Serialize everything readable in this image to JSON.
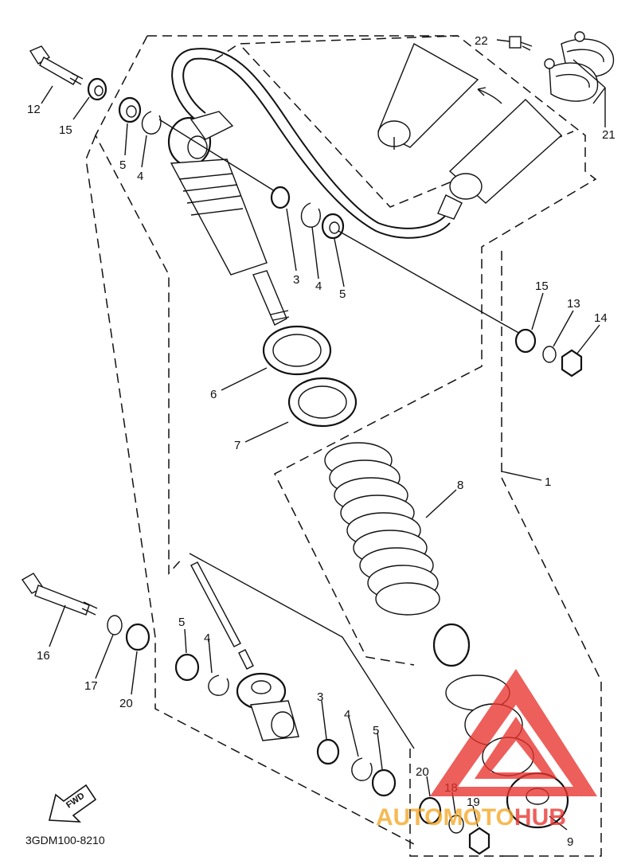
{
  "diagram": {
    "code": "3GDM100-8210",
    "fwd_label": "FWD",
    "callouts": [
      {
        "id": "c12",
        "text": "12"
      },
      {
        "id": "c15a",
        "text": "15"
      },
      {
        "id": "c5a",
        "text": "5"
      },
      {
        "id": "c4a",
        "text": "4"
      },
      {
        "id": "c22",
        "text": "22"
      },
      {
        "id": "c21",
        "text": "21"
      },
      {
        "id": "c3a",
        "text": "3"
      },
      {
        "id": "c4b",
        "text": "4"
      },
      {
        "id": "c5b",
        "text": "5"
      },
      {
        "id": "c15b",
        "text": "15"
      },
      {
        "id": "c13",
        "text": "13"
      },
      {
        "id": "c14",
        "text": "14"
      },
      {
        "id": "c6",
        "text": "6"
      },
      {
        "id": "c7",
        "text": "7"
      },
      {
        "id": "c8",
        "text": "8"
      },
      {
        "id": "c1",
        "text": "1"
      },
      {
        "id": "c16",
        "text": "16"
      },
      {
        "id": "c17",
        "text": "17"
      },
      {
        "id": "c20a",
        "text": "20"
      },
      {
        "id": "c5c",
        "text": "5"
      },
      {
        "id": "c4c",
        "text": "4"
      },
      {
        "id": "c3b",
        "text": "3"
      },
      {
        "id": "c4d",
        "text": "4"
      },
      {
        "id": "c5d",
        "text": "5"
      },
      {
        "id": "c20b",
        "text": "20"
      },
      {
        "id": "c18",
        "text": "18"
      },
      {
        "id": "c19",
        "text": "19"
      },
      {
        "id": "c9",
        "text": "9"
      }
    ]
  },
  "watermark": {
    "part1": "AUTO",
    "part2": "MOTO",
    "part3": "HUB",
    "color_orange": "#f5a623",
    "color_red": "#e8332e"
  }
}
